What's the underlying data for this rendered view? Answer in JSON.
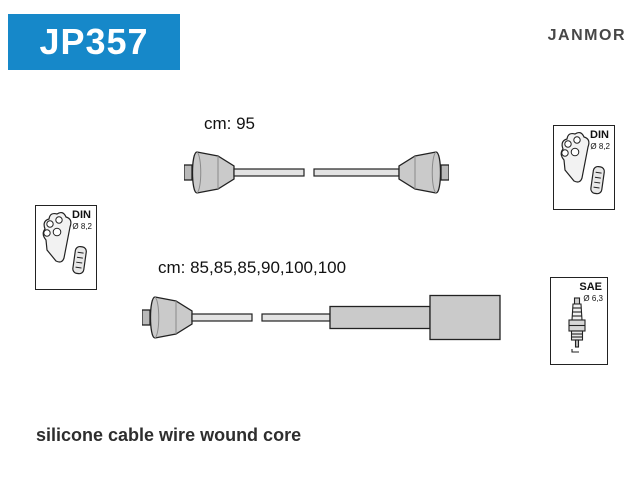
{
  "header": {
    "part_number": "JP357",
    "brand": "JANMOR"
  },
  "cables": {
    "cable1": {
      "length_label": "cm: 95"
    },
    "cable2": {
      "length_label": "cm: 85,85,85,90,100,100"
    }
  },
  "badges": {
    "din_left": {
      "standard": "DIN",
      "diameter": "Ø 8,2"
    },
    "din_right": {
      "standard": "DIN",
      "diameter": "Ø 8,2"
    },
    "sae": {
      "standard": "SAE",
      "diameter": "Ø 6,3"
    }
  },
  "footer": {
    "description": "silicone cable wire wound core"
  },
  "colors": {
    "accent_blue": "#1688C9",
    "connector_gray": "#CACACA",
    "wire_gray": "#E3E3E3",
    "brand_gray": "#474747",
    "text_dark": "#121212"
  }
}
